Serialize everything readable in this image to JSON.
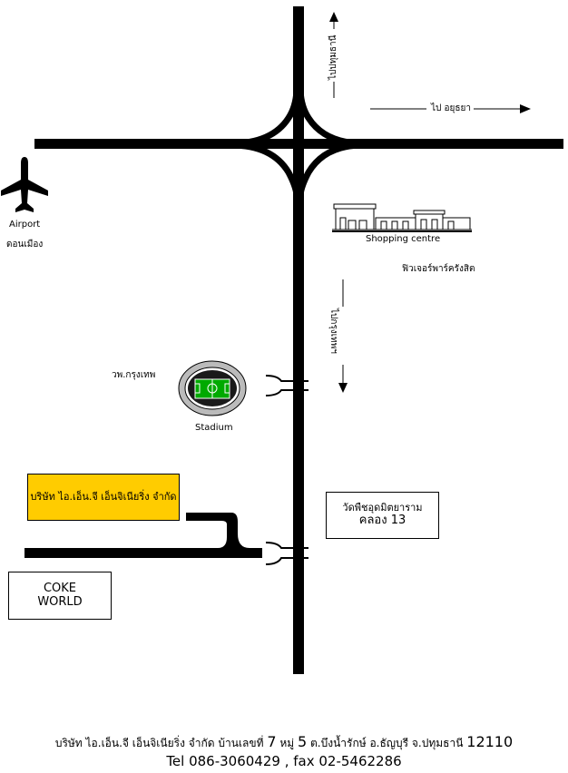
{
  "labels": {
    "to_pathum_thani": "ไปปทุมธานี",
    "to_ayutthaya": "ไป อยุธยา",
    "airport": "Airport",
    "don_mueang": "ดอนเมือง",
    "shopping_centre": "Shopping centre",
    "future_park": "ฟิวเจอร์พาร์ครังสิต",
    "to_bangkok": "ไปกรุงเทพฯ",
    "hospital": "วพ.กรุงเทพ",
    "stadium": "Stadium",
    "company": "บริษัท ไอ.เอ็น.จี เอ็นจิเนียริ่ง จำกัด",
    "temple_line1": "วัดพืชอุดมิตยาราม",
    "temple_line2": "คลอง 13",
    "coke_line1": "COKE",
    "coke_line2": "WORLD"
  },
  "footer": {
    "part1": "บริษัท ไอ.เอ็น.จี เอ็นจิเนียริ่ง จำกัด    บ้านเลขที่ ",
    "house_no": "7",
    "part2": " หมู่ ",
    "moo": "5",
    "part3": " ต.บึงน้ำรักษ์  อ.ธัญบุรี จ.ปทุมธานี ",
    "postcode": "12110",
    "contact": "Tel 086-3060429 , fax 02-5462286"
  },
  "colors": {
    "road": "#000000",
    "company_box": "#ffcc00",
    "pitch": "#00aa00",
    "stadium_ring": "#999999"
  },
  "icons": [
    "airplane-icon",
    "shopping-centre-icon",
    "stadium-icon",
    "arrow-up-icon",
    "arrow-right-icon",
    "arrow-down-icon"
  ]
}
